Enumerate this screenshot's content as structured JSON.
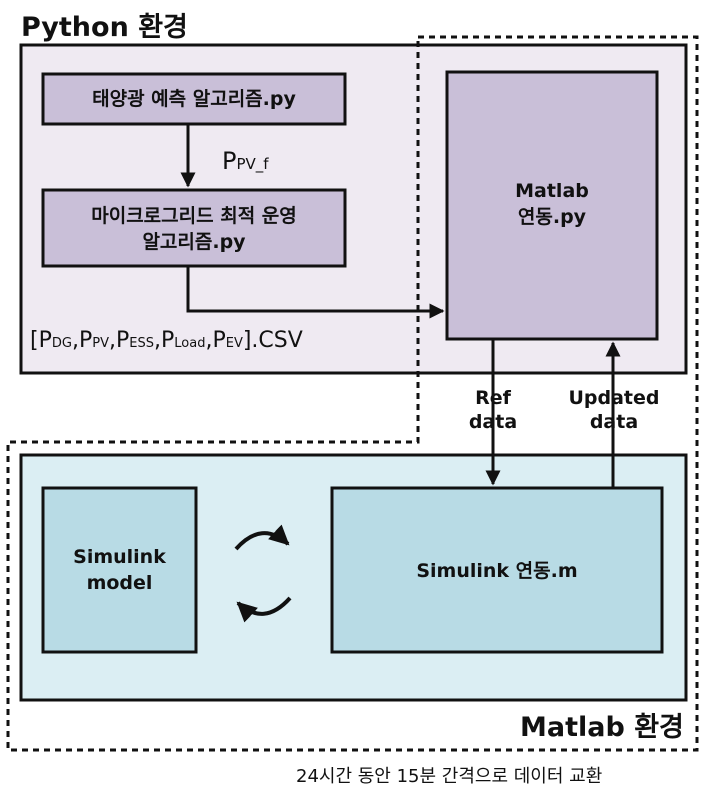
{
  "python_env": {
    "title": "Python 환경",
    "solar_box": "태양광 예측 알고리즘.py",
    "ppv_label": {
      "main": "P",
      "sub": "PV_f"
    },
    "microgrid_box": {
      "line1": "마이크로그리드 최적 운영",
      "line2": "알고리즘.py"
    },
    "csv_label": {
      "open": "[",
      "items": [
        {
          "main": "P",
          "sub": "DG"
        },
        {
          "main": "P",
          "sub": "PV"
        },
        {
          "main": "P",
          "sub": "ESS"
        },
        {
          "main": "P",
          "sub": "Load"
        },
        {
          "main": "P",
          "sub": "EV"
        }
      ],
      "close": "].CSV"
    },
    "matlab_link_box": {
      "line1": "Matlab",
      "line2": "연동.py"
    }
  },
  "arrows": {
    "ref_data": {
      "line1": "Ref",
      "line2": "data"
    },
    "updated_data": {
      "line1": "Updated",
      "line2": "data"
    }
  },
  "matlab_env": {
    "title": "Matlab 환경",
    "simulink_model": {
      "line1": "Simulink",
      "line2": "model"
    },
    "simulink_link": "Simulink 연동.m"
  },
  "footer_note": "24시간 동안 15분 간격으로 데이터 교환",
  "colors": {
    "python_bg": "#efeaf2",
    "python_box": "#c9bfd8",
    "matlab_bg": "#dbeef3",
    "matlab_box": "#b8dbe5"
  }
}
